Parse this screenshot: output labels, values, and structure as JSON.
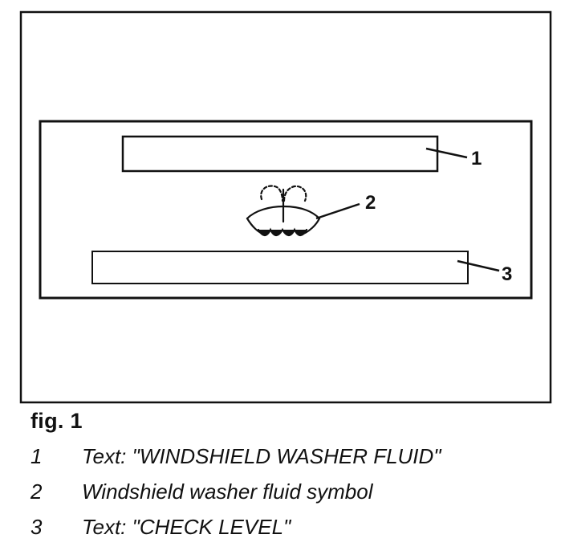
{
  "figure": {
    "label": "fig. 1",
    "callouts": [
      {
        "number": "1",
        "text": "Text: \"WINDSHIELD WASHER FLUID\""
      },
      {
        "number": "2",
        "text": "Windshield washer fluid symbol"
      },
      {
        "number": "3",
        "text": "Text: \"CHECK LEVEL\""
      }
    ]
  },
  "colors": {
    "ink": "#111111",
    "background": "#ffffff"
  }
}
